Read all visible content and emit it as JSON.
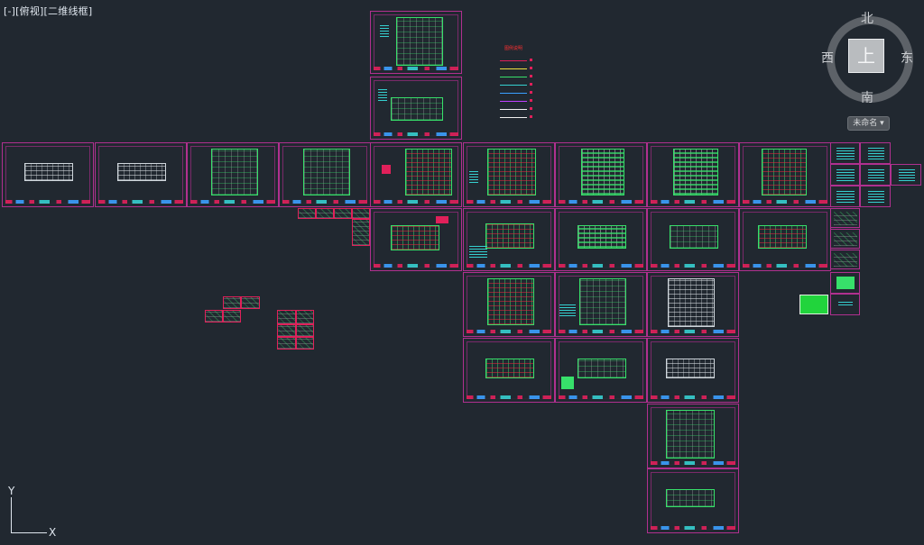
{
  "viewport_controls": {
    "minimize": "[-]",
    "view": "[俯视]",
    "visual_style": "[二维线框]"
  },
  "viewcube": {
    "top_face": "上",
    "north": "北",
    "south": "南",
    "east": "东",
    "west": "西"
  },
  "wcs_menu": "未命名 ▾",
  "ucs": {
    "x_label": "X",
    "y_label": "Y"
  },
  "legend": {
    "title": "图例说明",
    "line_colors": [
      "#e0205a",
      "#f0e040",
      "#37e06a",
      "#35d0d0",
      "#3aa0ff",
      "#c040ff",
      "#f0f0f0",
      "#e0205a",
      "#f0f0f0"
    ]
  },
  "colors": {
    "background": "#212830",
    "sheet_frame": "#b0308f",
    "plan_lines": "#37e06a",
    "annotation": "#35d0d0",
    "accent_red": "#e0205a"
  }
}
